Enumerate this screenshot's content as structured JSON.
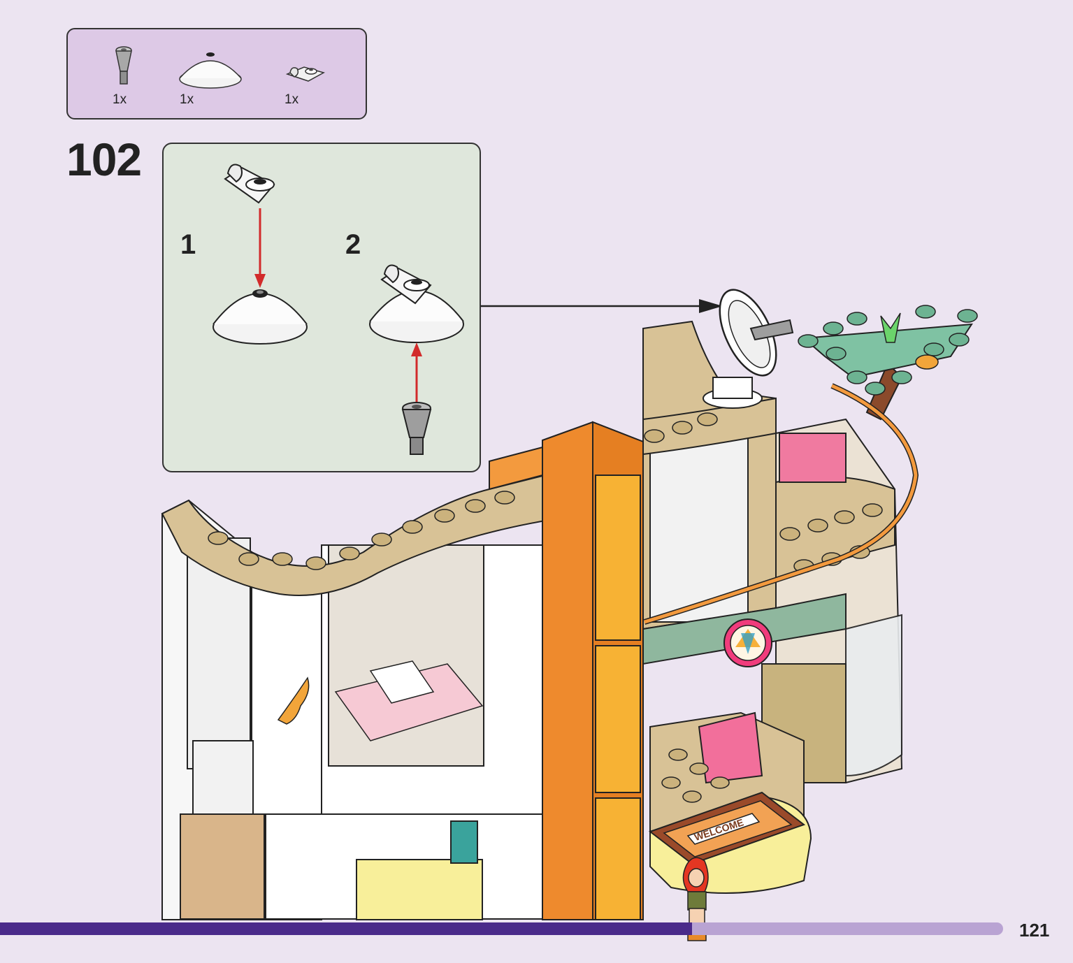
{
  "parts_list": {
    "items": [
      {
        "name": "grey-cone-piece-icon",
        "qty": "1x"
      },
      {
        "name": "white-dish-piece-icon",
        "qty": "1x"
      },
      {
        "name": "white-clip-plate-piece-icon",
        "qty": "1x"
      }
    ]
  },
  "step": {
    "number": "102",
    "substeps": [
      "1",
      "2"
    ]
  },
  "model": {
    "sign_text": "WELCOME"
  },
  "progress": {
    "fraction": 0.69
  },
  "page": {
    "number": "121"
  },
  "colors": {
    "background": "#ece4f1",
    "parts_box": "#ddc9e6",
    "substep_box": "#dfe7dc",
    "progress_fill": "#4a2a8a",
    "progress_track": "#b9a3d3",
    "arrow": "#d22b2b"
  }
}
